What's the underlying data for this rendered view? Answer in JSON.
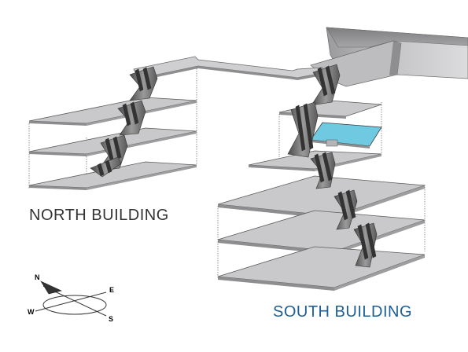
{
  "labels": {
    "north_building": "NORTH BUILDING",
    "south_building": "SOUTH BUILDING"
  },
  "compass": {
    "n": "N",
    "e": "E",
    "w": "W",
    "s": "S"
  },
  "colors": {
    "floor_top": "#c9c9cb",
    "floor_edge": "#8e8e90",
    "highlight_floor": "#6fc9e0",
    "north_label": "#333333",
    "south_label": "#1d5f95",
    "outline": "#3a3a3a",
    "escalator_dark": "#555555",
    "escalator_light": "#a8a8a8"
  }
}
